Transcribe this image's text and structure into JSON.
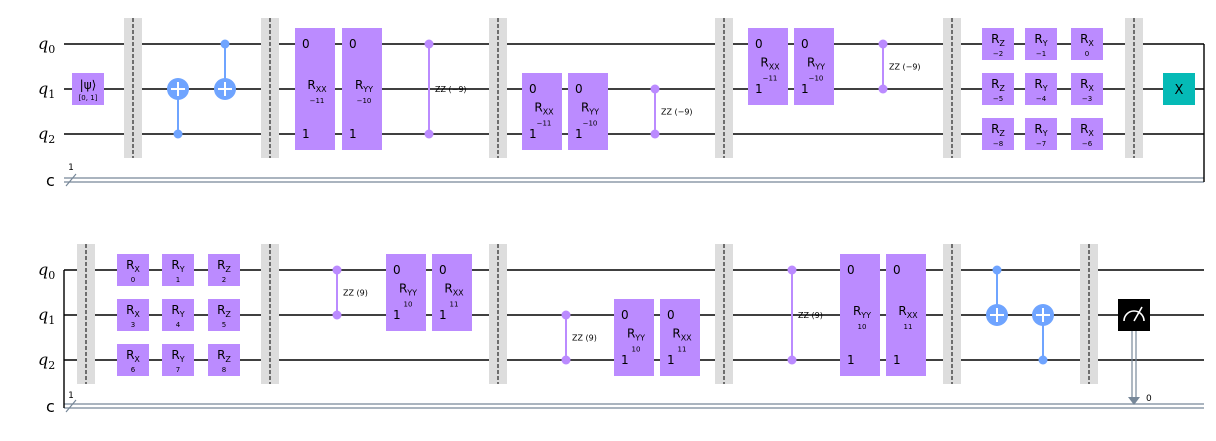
{
  "colors": {
    "wire": "#000000",
    "classical_wire": "#778899",
    "barrier": "#dddddd",
    "rotation_gate": "#bb8bff",
    "cnot": "#6fa4ff",
    "x_gate": "#05bab6",
    "measure": "#000000",
    "init_box": "#bb8bff"
  },
  "qubit_labels": [
    {
      "name": "q",
      "sub": "0"
    },
    {
      "name": "q",
      "sub": "1"
    },
    {
      "name": "q",
      "sub": "2"
    }
  ],
  "classical_label": "c",
  "classical_width": "1",
  "init_gate": {
    "label": "|ψ⟩",
    "param": "[0, 1]"
  },
  "rows": [
    {
      "elements": [
        {
          "type": "init",
          "qubit": 1
        },
        {
          "type": "barrier"
        },
        {
          "type": "cx",
          "control": 2,
          "target": 1
        },
        {
          "type": "cx",
          "control": 0,
          "target": 1,
          "shift": 1
        },
        {
          "type": "barrier"
        },
        {
          "type": "two_qubit",
          "name": "R",
          "sub": "XX",
          "param": "−11",
          "q1": 0,
          "q2": 2
        },
        {
          "type": "two_qubit",
          "name": "R",
          "sub": "YY",
          "param": "−10",
          "q1": 0,
          "q2": 2
        },
        {
          "type": "zz",
          "q1": 0,
          "q2": 2,
          "label": "ZZ (−9)"
        },
        {
          "type": "barrier"
        },
        {
          "type": "two_qubit",
          "name": "R",
          "sub": "XX",
          "param": "−11",
          "q1": 1,
          "q2": 2
        },
        {
          "type": "two_qubit",
          "name": "R",
          "sub": "YY",
          "param": "−10",
          "q1": 1,
          "q2": 2
        },
        {
          "type": "zz",
          "q1": 1,
          "q2": 2,
          "label": "ZZ (−9)"
        },
        {
          "type": "barrier"
        },
        {
          "type": "two_qubit",
          "name": "R",
          "sub": "XX",
          "param": "−11",
          "q1": 0,
          "q2": 1
        },
        {
          "type": "two_qubit",
          "name": "R",
          "sub": "YY",
          "param": "−10",
          "q1": 0,
          "q2": 1
        },
        {
          "type": "zz",
          "q1": 0,
          "q2": 1,
          "label": "ZZ (−9)"
        },
        {
          "type": "barrier"
        },
        {
          "type": "column",
          "gates": [
            {
              "name": "R",
              "sub": "Z",
              "param": "−2"
            },
            {
              "name": "R",
              "sub": "Z",
              "param": "−5"
            },
            {
              "name": "R",
              "sub": "Z",
              "param": "−8"
            }
          ]
        },
        {
          "type": "column",
          "gates": [
            {
              "name": "R",
              "sub": "Y",
              "param": "−1"
            },
            {
              "name": "R",
              "sub": "Y",
              "param": "−4"
            },
            {
              "name": "R",
              "sub": "Y",
              "param": "−7"
            }
          ]
        },
        {
          "type": "column",
          "gates": [
            {
              "name": "R",
              "sub": "X",
              "param": "0"
            },
            {
              "name": "R",
              "sub": "X",
              "param": "−3"
            },
            {
              "name": "R",
              "sub": "X",
              "param": "−6"
            }
          ]
        },
        {
          "type": "barrier"
        },
        {
          "type": "xgate",
          "qubit": 1,
          "label": "X"
        }
      ]
    },
    {
      "elements": [
        {
          "type": "barrier"
        },
        {
          "type": "column",
          "gates": [
            {
              "name": "R",
              "sub": "X",
              "param": "0"
            },
            {
              "name": "R",
              "sub": "X",
              "param": "3"
            },
            {
              "name": "R",
              "sub": "X",
              "param": "6"
            }
          ]
        },
        {
          "type": "column",
          "gates": [
            {
              "name": "R",
              "sub": "Y",
              "param": "1"
            },
            {
              "name": "R",
              "sub": "Y",
              "param": "4"
            },
            {
              "name": "R",
              "sub": "Y",
              "param": "7"
            }
          ]
        },
        {
          "type": "column",
          "gates": [
            {
              "name": "R",
              "sub": "Z",
              "param": "2"
            },
            {
              "name": "R",
              "sub": "Z",
              "param": "5"
            },
            {
              "name": "R",
              "sub": "Z",
              "param": "8"
            }
          ]
        },
        {
          "type": "barrier"
        },
        {
          "type": "zz",
          "q1": 0,
          "q2": 1,
          "label": "ZZ (9)"
        },
        {
          "type": "two_qubit",
          "name": "R",
          "sub": "YY",
          "param": "10",
          "q1": 0,
          "q2": 1
        },
        {
          "type": "two_qubit",
          "name": "R",
          "sub": "XX",
          "param": "11",
          "q1": 0,
          "q2": 1
        },
        {
          "type": "barrier"
        },
        {
          "type": "zz",
          "q1": 1,
          "q2": 2,
          "label": "ZZ (9)"
        },
        {
          "type": "two_qubit",
          "name": "R",
          "sub": "YY",
          "param": "10",
          "q1": 1,
          "q2": 2
        },
        {
          "type": "two_qubit",
          "name": "R",
          "sub": "XX",
          "param": "11",
          "q1": 1,
          "q2": 2
        },
        {
          "type": "barrier"
        },
        {
          "type": "zz",
          "q1": 0,
          "q2": 2,
          "label": "ZZ (9)"
        },
        {
          "type": "two_qubit",
          "name": "R",
          "sub": "YY",
          "param": "10",
          "q1": 0,
          "q2": 2
        },
        {
          "type": "two_qubit",
          "name": "R",
          "sub": "XX",
          "param": "11",
          "q1": 0,
          "q2": 2
        },
        {
          "type": "barrier"
        },
        {
          "type": "cx",
          "control": 0,
          "target": 1
        },
        {
          "type": "cx",
          "control": 2,
          "target": 1
        },
        {
          "type": "barrier"
        },
        {
          "type": "measure",
          "qubit": 1,
          "cbit": "0"
        }
      ]
    }
  ]
}
